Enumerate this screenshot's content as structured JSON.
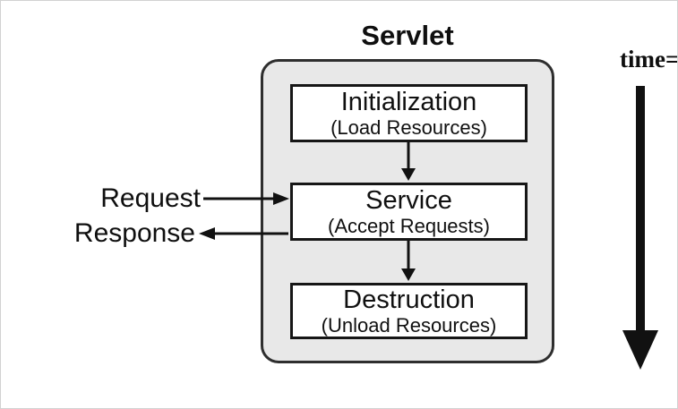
{
  "diagram": {
    "title": "Servlet",
    "stages": [
      {
        "name": "Initialization",
        "detail": "(Load Resources)"
      },
      {
        "name": "Service",
        "detail": "(Accept Requests)"
      },
      {
        "name": "Destruction",
        "detail": "(Unload Resources)"
      }
    ],
    "labels": {
      "request": "Request",
      "response": "Response",
      "time": "time="
    },
    "colors": {
      "background": "#ffffff",
      "container_fill": "#e8e8e8",
      "container_border": "#2e2e2e",
      "box_fill": "#ffffff",
      "box_border": "#161616",
      "text": "#111111",
      "arrow": "#111111"
    }
  }
}
